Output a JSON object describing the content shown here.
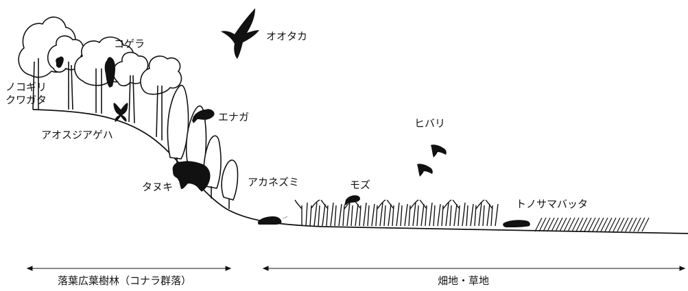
{
  "labels": {
    "ootaka": "オオタカ",
    "kogera": "コゲラ",
    "nokogiri_line1": "ノコギリ",
    "nokogiri_line2": "クワガタ",
    "enaga": "エナガ",
    "aosujiageha": "アオスジアゲハ",
    "hibari": "ヒバリ",
    "tanuki": "タヌキ",
    "akanezumi": "アカネズミ",
    "mozu": "モズ",
    "tonosamabatta": "トノサマバッタ"
  },
  "zones": {
    "forest": "落葉広葉樹林（コナラ群落）",
    "field": "畑地・草地"
  }
}
